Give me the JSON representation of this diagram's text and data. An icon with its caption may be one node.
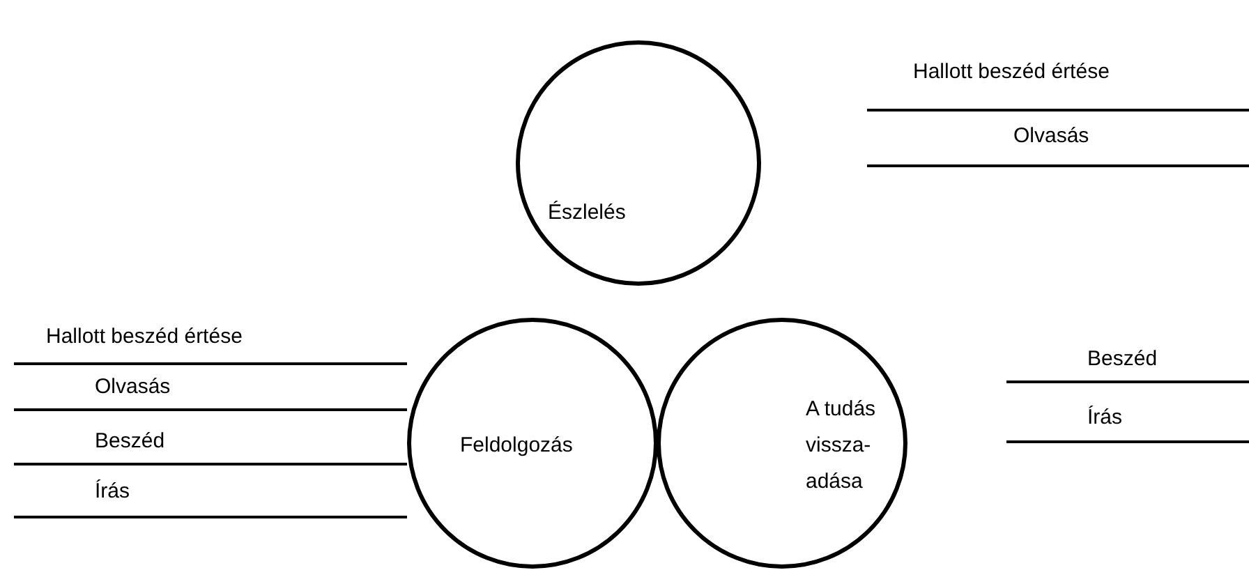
{
  "diagram": {
    "nodes": [
      {
        "text": [
          "Észlelés"
        ]
      },
      {
        "text": [
          "Feldolgozás"
        ]
      },
      {
        "text": [
          "A tudás vissza- adása"
        ]
      }
    ],
    "labels": [
      "Hallott beszéd értése",
      "Olvasás",
      "Hallott beszéd értése",
      "Olvasás",
      "Beszéd",
      "Írás",
      "Beszéd",
      "Írás"
    ]
  }
}
